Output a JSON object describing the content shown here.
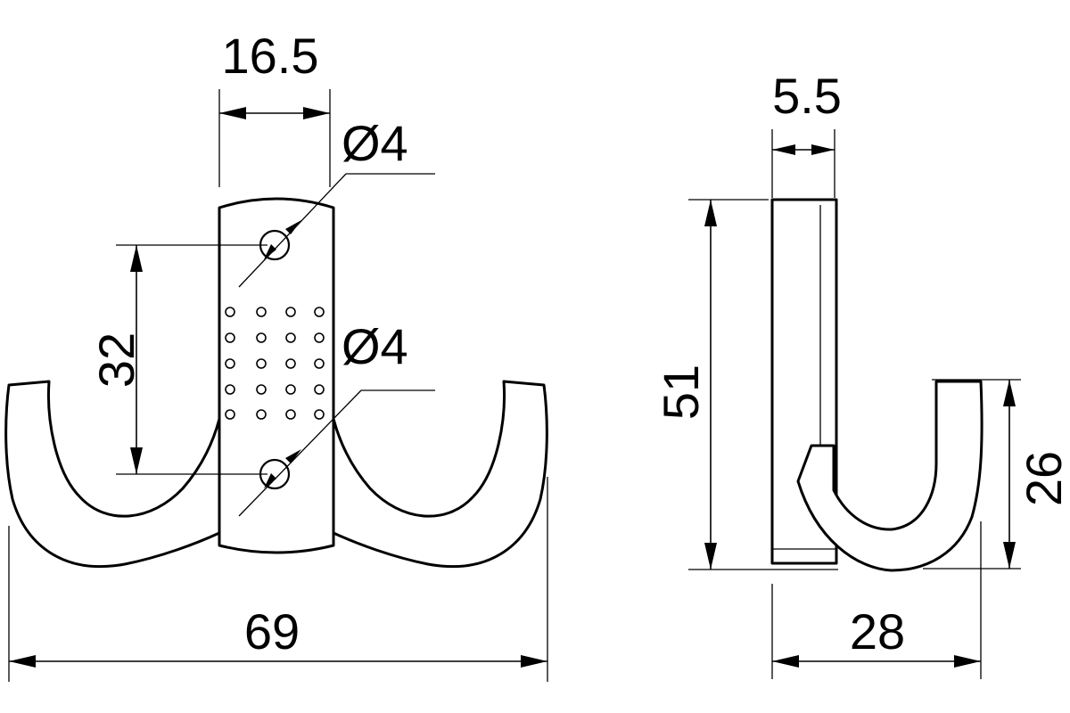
{
  "front_view": {
    "width_top": "16.5",
    "hole_top_diameter": "Ø4",
    "hole_spacing": "32",
    "hole_bottom_diameter": "Ø4",
    "overall_width": "69"
  },
  "side_view": {
    "thickness": "5.5",
    "overall_height": "51",
    "hook_height": "26",
    "overall_depth": "28"
  }
}
